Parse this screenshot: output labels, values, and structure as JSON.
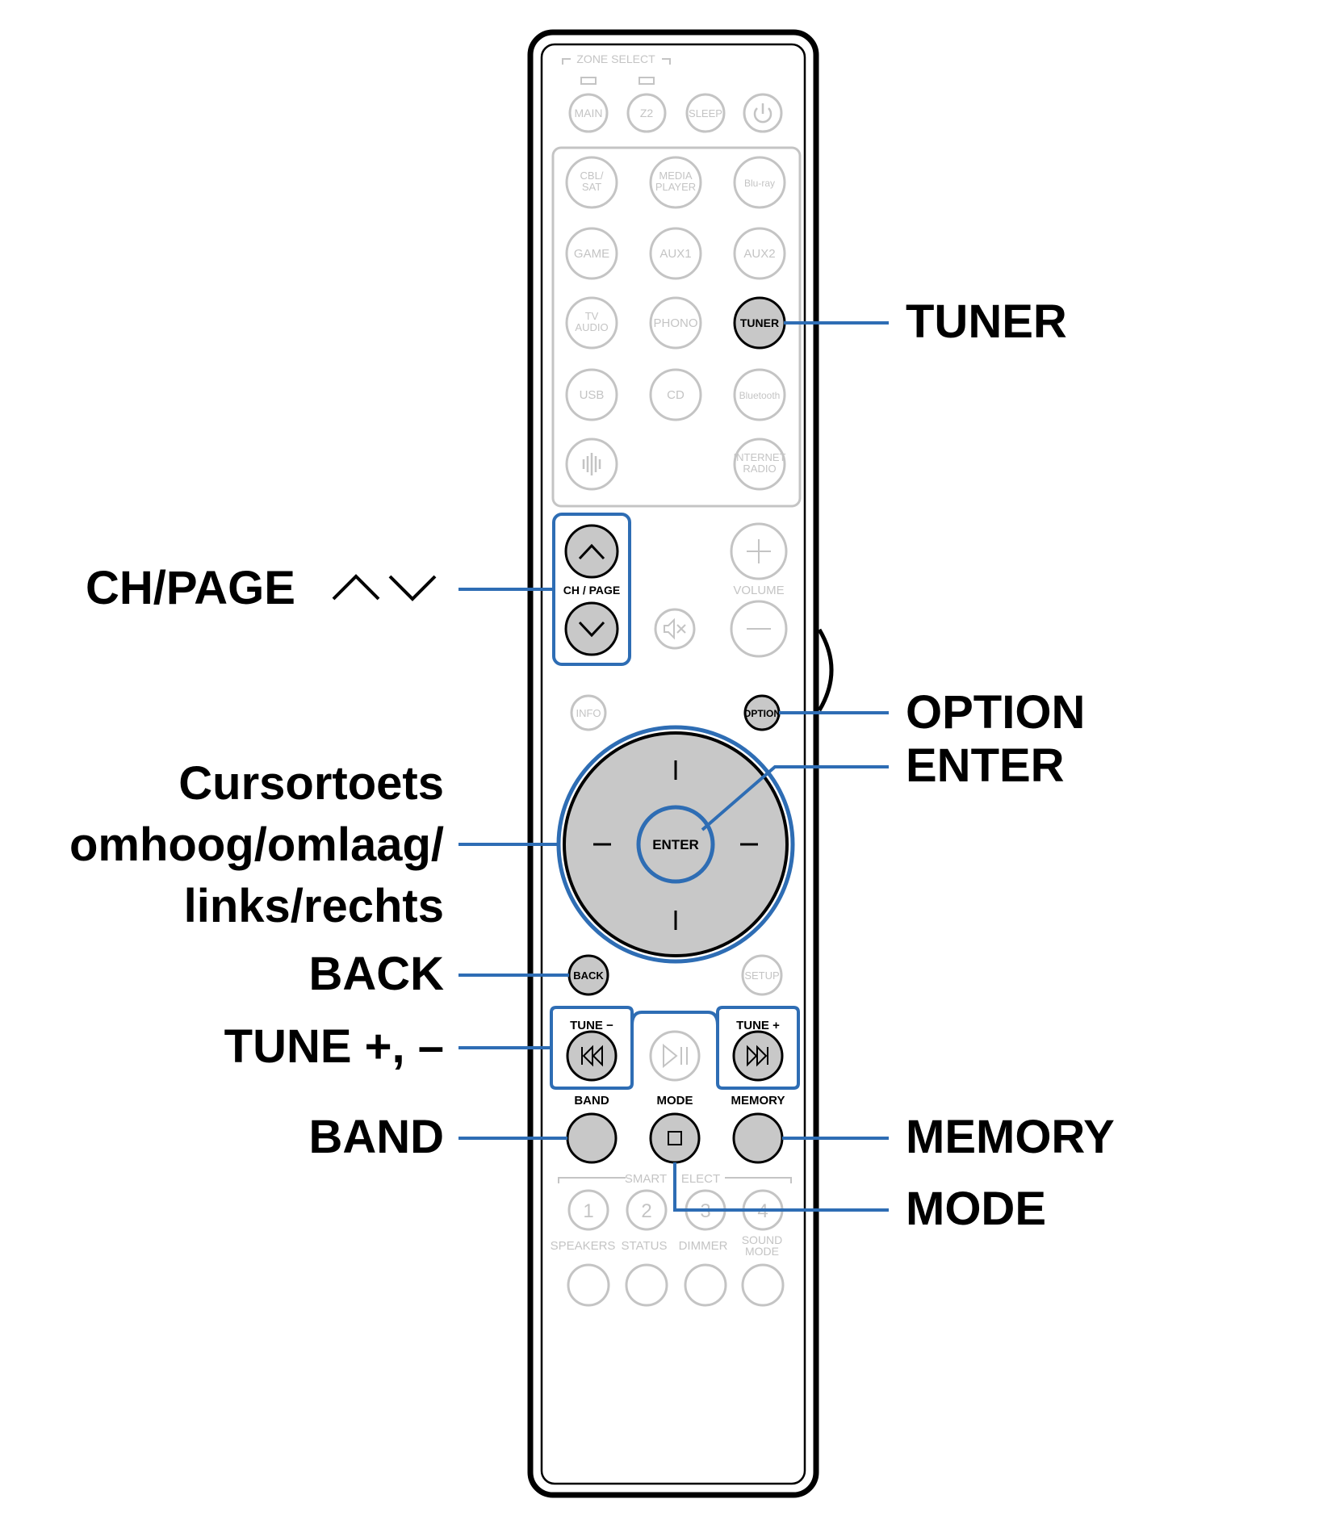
{
  "remote": {
    "zone_select_label": "ZONE SELECT",
    "zone_buttons": [
      "MAIN",
      "Z2",
      "SLEEP"
    ],
    "power_icon": "power-icon",
    "source_buttons": [
      [
        "CBL/",
        "SAT"
      ],
      [
        "MEDIA",
        "PLAYER"
      ],
      [
        "Blu-ray"
      ],
      [
        "GAME"
      ],
      [
        "AUX1"
      ],
      [
        "AUX2"
      ],
      [
        "TV",
        "AUDIO"
      ],
      [
        "PHONO"
      ],
      [
        "TUNER"
      ],
      [
        "USB"
      ],
      [
        "CD"
      ],
      [
        "Bluetooth"
      ],
      [
        "INTERNET",
        "RADIO"
      ]
    ],
    "heos_icon": "heos-icon",
    "ch_page_label": "CH / PAGE",
    "volume_label": "VOLUME",
    "mute_icon": "mute-icon",
    "info_label": "INFO",
    "option_label": "OPTION",
    "enter_label": "ENTER",
    "back_label": "BACK",
    "setup_label": "SETUP",
    "tune_minus_label": "TUNE −",
    "tune_plus_label": "TUNE +",
    "band_label": "BAND",
    "mode_label": "MODE",
    "memory_label": "MEMORY",
    "smart_select_label_left": "SMART",
    "smart_select_label_right": "ELECT",
    "smart_numbers": [
      "1",
      "2",
      "3",
      "4"
    ],
    "bottom_labels": [
      "SPEAKERS",
      "STATUS",
      "DIMMER",
      "SOUND",
      "MODE"
    ]
  },
  "callouts": {
    "tuner": "TUNER",
    "ch_page": "CH/PAGE",
    "option": "OPTION",
    "enter": "ENTER",
    "cursor_1": "Cursortoets",
    "cursor_2": "omhoog/omlaag/",
    "cursor_3": "links/rechts",
    "back": "BACK",
    "tune": "TUNE +, –",
    "band": "BAND",
    "memory": "MEMORY",
    "mode": "MODE"
  },
  "colors": {
    "callout_line": "#2e6db4",
    "highlight_button": "#c8c8c8",
    "faded_outline": "#c4c4c4"
  }
}
